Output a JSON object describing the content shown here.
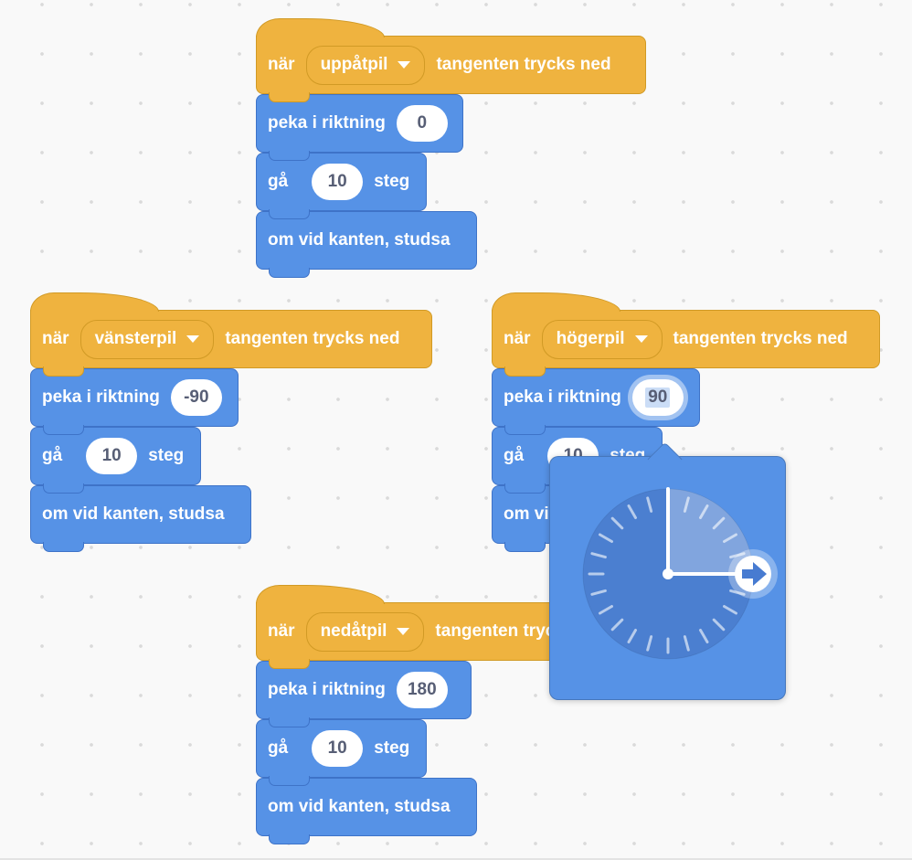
{
  "colors": {
    "motion_fill": "#5692E6",
    "motion_stroke": "#3E73C8",
    "events_fill": "#EFB33F",
    "events_stroke": "#D19A25",
    "dial_fill": "#4B7FD0",
    "input_text": "#575E75",
    "selection_highlight": "#CBDDF6",
    "workspace_bg": "#F9F9F9",
    "dot_color": "#DADADA"
  },
  "labels": {
    "when": "när",
    "key_suffix": "tangenten trycks ned",
    "point": "peka i riktning",
    "move": "gå",
    "steps_value": "10",
    "steps": "steg",
    "bounce": "om vid kanten, studsa"
  },
  "scripts": [
    {
      "name": "up-arrow",
      "key": "uppåtpil",
      "direction": "0"
    },
    {
      "name": "left-arrow",
      "key": "vänsterpil",
      "direction": "-90"
    },
    {
      "name": "right-arrow",
      "key": "högerpil",
      "direction": "90"
    },
    {
      "name": "down-arrow",
      "key": "nedåtpil",
      "direction": "180"
    }
  ],
  "direction_picker": {
    "value": "90",
    "tick_count": 24
  }
}
